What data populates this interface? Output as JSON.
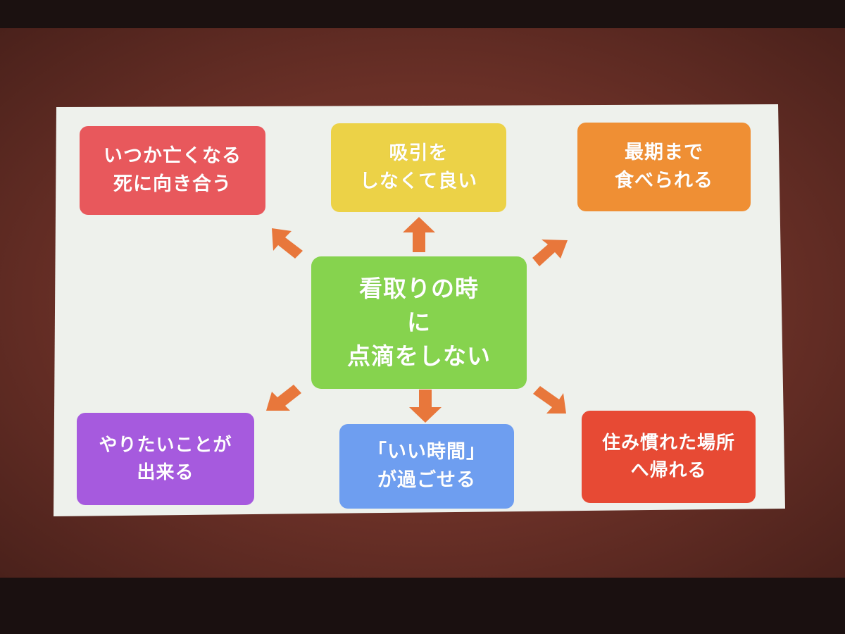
{
  "center": {
    "lines": [
      "看取りの時",
      "に",
      "点滴をしない"
    ],
    "color": "#86d34e"
  },
  "outcomes": [
    {
      "id": "top-left",
      "lines": [
        "いつか亡くなる",
        "死に向き合う"
      ],
      "color": "#e8585c"
    },
    {
      "id": "top-middle",
      "lines": [
        "吸引を",
        "しなくて良い"
      ],
      "color": "#ecd247"
    },
    {
      "id": "top-right",
      "lines": [
        "最期まで",
        "食べられる"
      ],
      "color": "#ef8f34"
    },
    {
      "id": "bottom-left",
      "lines": [
        "やりたいことが",
        "出来る"
      ],
      "color": "#a65ade"
    },
    {
      "id": "bottom-middle",
      "lines": [
        "「いい時間」",
        "が過ごせる"
      ],
      "color": "#6e9ef0"
    },
    {
      "id": "bottom-right",
      "lines": [
        "住み慣れた場所",
        "へ帰れる"
      ],
      "color": "#e74a34"
    }
  ],
  "colors": {
    "slide_background": "#eef1ec",
    "arrow": "#e8773b",
    "wall": "#6a3027"
  }
}
